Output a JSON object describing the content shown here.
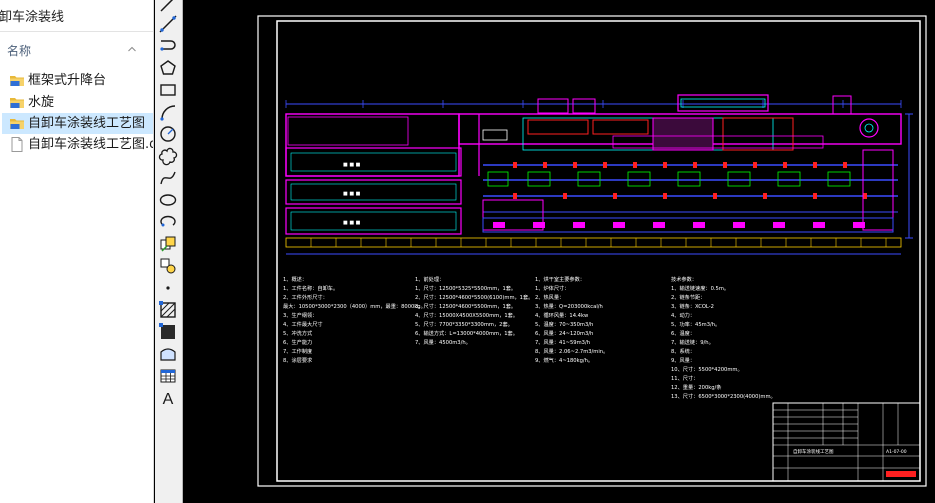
{
  "explorer": {
    "path_text": "卸车涂装线",
    "column_header": "名称",
    "chevron_icon": "chevron-up-icon",
    "files": [
      {
        "name": "框架式升降台",
        "icon": "folder-icon",
        "selected": false
      },
      {
        "name": "水旋",
        "icon": "folder-icon",
        "selected": false
      },
      {
        "name": "自卸车涂装线工艺图",
        "icon": "folder-icon",
        "selected": true
      },
      {
        "name": "自卸车涂装线工艺图.dwg",
        "icon": "file-icon",
        "selected": false
      }
    ]
  },
  "toolbar": {
    "tools": [
      {
        "name": "line-tool",
        "icon": "line-icon"
      },
      {
        "name": "construction-line-tool",
        "icon": "construction-line-icon"
      },
      {
        "name": "polyline-tool",
        "icon": "polyline-icon"
      },
      {
        "name": "polygon-tool",
        "icon": "polygon-icon"
      },
      {
        "name": "rectangle-tool",
        "icon": "rectangle-icon"
      },
      {
        "name": "arc-tool",
        "icon": "arc-icon"
      },
      {
        "name": "circle-tool",
        "icon": "circle-icon"
      },
      {
        "name": "revision-cloud-tool",
        "icon": "cloud-icon"
      },
      {
        "name": "spline-tool",
        "icon": "spline-icon"
      },
      {
        "name": "ellipse-tool",
        "icon": "ellipse-icon"
      },
      {
        "name": "ellipse-arc-tool",
        "icon": "ellipse-arc-icon"
      },
      {
        "name": "insert-block-tool",
        "icon": "insert-block-icon"
      },
      {
        "name": "make-block-tool",
        "icon": "make-block-icon"
      },
      {
        "name": "point-tool",
        "icon": "point-icon"
      },
      {
        "name": "hatch-tool",
        "icon": "hatch-icon"
      },
      {
        "name": "gradient-tool",
        "icon": "gradient-icon"
      },
      {
        "name": "region-tool",
        "icon": "region-icon"
      },
      {
        "name": "table-tool",
        "icon": "table-icon"
      },
      {
        "name": "multiline-text-tool",
        "icon": "text-icon",
        "glyph": "A"
      }
    ]
  },
  "drawing": {
    "colors": {
      "frame": "#ffffff",
      "magenta": "#ff00ff",
      "cyan": "#00ffff",
      "blue": "#3b4dff",
      "green": "#00ff00",
      "red": "#ff2020"
    },
    "notes_col1": [
      "1、概述：",
      "1、工件名称：自卸车。",
      "2、工件外形尺寸：",
      "最大：10500*3000*2300（4000）mm，最重：8000kg。",
      "3、生产纲领：",
      "4、工件最大尺寸",
      "5、冲洗方式",
      "6、生产能力",
      "7、工作制度",
      "8、涂层要求"
    ],
    "notes_col2": [
      "1、前处理：",
      "1、尺寸：12500*5325*5500mm，1套。",
      "2、尺寸：12500*4600*5500(6100)mm，1套。",
      "3、尺寸：12500*4600*5500mm，1套。",
      "4、尺寸：15000X4500X5500mm，1套。",
      "5、尺寸：7700*3350*3300mm，2套。",
      "6、输送方式：L=13000*4000mm，1套。",
      "7、风量：4500m3/h。"
    ],
    "notes_col3": [
      "1、烘干室主要参数：",
      "1、炉体尺寸：",
      "2、热风量：",
      "3、热量：Q=203000kcal/h",
      "4、循环风量：14.4kw",
      "5、温度：70~350m3/h",
      "6、风量：24~120m3/h",
      "7、风量：41~59m3/h",
      "8、风量：2.06~2.7m3/min。",
      "9、燃气：4~180kg/h。"
    ],
    "notes_col4": [
      "技术参数：",
      "1、输送链速度：0.5m。",
      "2、链条节距：",
      "3、链条：XCOL-2",
      "4、动力：",
      "5、功率：45m3/h。",
      "6、温度：",
      "7、输送链：9/h。",
      "8、系统：",
      "9、风量：",
      "10、尺寸：5500*4200mm。",
      "11、尺寸：",
      "12、重量：200kg/条",
      "13、尺寸：6500*3000*2300(4000)mm。"
    ],
    "title_block": {
      "project": "自卸车涂装线工艺图",
      "drawing_no": "A1-07-00"
    }
  }
}
